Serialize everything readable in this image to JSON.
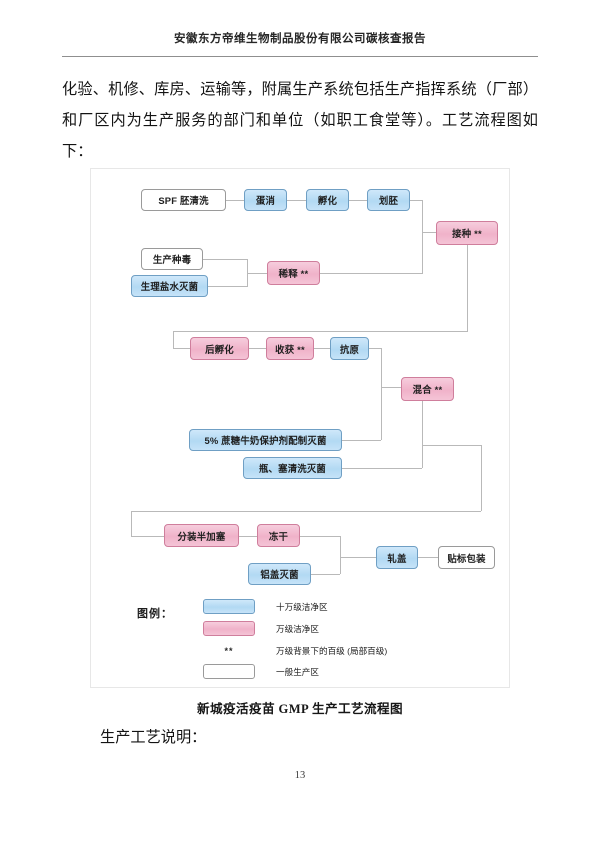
{
  "header": {
    "running_title": "安徽东方帝维生物制品股份有限公司碳核查报告"
  },
  "body": {
    "paragraph": "化验、机修、库房、运输等，附属生产系统包括生产指挥系统（厂部）和厂区内为生产服务的部门和单位（如职工食堂等）。工艺流程图如下："
  },
  "flowchart": {
    "caption": "新城疫活疫苗 GMP 生产工艺流程图",
    "nodes": [
      {
        "id": "spf",
        "label": "SPF 胚清洗",
        "zone": "white"
      },
      {
        "id": "danxiao",
        "label": "蛋消",
        "zone": "blue"
      },
      {
        "id": "fuhua",
        "label": "孵化",
        "zone": "blue"
      },
      {
        "id": "huapi",
        "label": "划胚",
        "zone": "blue"
      },
      {
        "id": "jiezhong",
        "label": "接种 **",
        "zone": "pink"
      },
      {
        "id": "zhongdu",
        "label": "生产种毒",
        "zone": "white"
      },
      {
        "id": "yanshui",
        "label": "生理盐水灭菌",
        "zone": "blue"
      },
      {
        "id": "xishi",
        "label": "稀释 **",
        "zone": "pink"
      },
      {
        "id": "houfuhua",
        "label": "后孵化",
        "zone": "pink"
      },
      {
        "id": "shouhuo",
        "label": "收获 **",
        "zone": "pink"
      },
      {
        "id": "kangyuan",
        "label": "抗原",
        "zone": "blue"
      },
      {
        "id": "hunhe",
        "label": "混合 **",
        "zone": "pink"
      },
      {
        "id": "zhetang",
        "label": "5% 蔗糖牛奶保护剂配制灭菌",
        "zone": "blue"
      },
      {
        "id": "pingsai",
        "label": "瓶、塞清洗灭菌",
        "zone": "blue"
      },
      {
        "id": "fenzhuang",
        "label": "分装半加塞",
        "zone": "pink"
      },
      {
        "id": "donggan",
        "label": "冻干",
        "zone": "pink"
      },
      {
        "id": "lvgai",
        "label": "铝盖灭菌",
        "zone": "blue"
      },
      {
        "id": "zhagai",
        "label": "轧盖",
        "zone": "blue"
      },
      {
        "id": "tiebiao",
        "label": "贴标包装",
        "zone": "white"
      }
    ],
    "legend": {
      "title": "图例：",
      "items": [
        {
          "swatch": "blue",
          "label": "十万级洁净区"
        },
        {
          "swatch": "pink",
          "label": "万级洁净区"
        },
        {
          "swatch": "stars",
          "marker": "**",
          "label": "万级背景下的百级 (局部百级)"
        },
        {
          "swatch": "white",
          "label": "一般生产区"
        }
      ]
    },
    "colors": {
      "blue_fill": "#b2d9f3",
      "blue_border": "#6f9fc4",
      "pink_fill": "#f0b2c9",
      "pink_border": "#cf7e9c",
      "white_fill": "#ffffff",
      "white_border": "#9a9a9a",
      "connector": "#b9b9b9"
    }
  },
  "trailing_text": "生产工艺说明：",
  "footer": {
    "page_number": "13"
  }
}
